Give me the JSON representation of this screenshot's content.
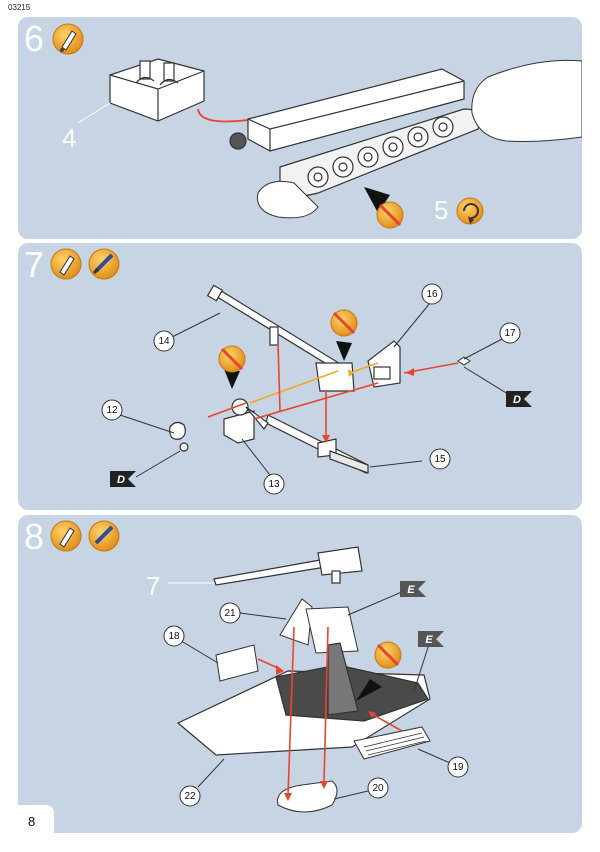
{
  "header": {
    "code": "03215"
  },
  "steps": [
    {
      "number": "6",
      "labels": {
        "part_a": "4",
        "part_b": "5"
      }
    },
    {
      "number": "7",
      "callouts": [
        "14",
        "16",
        "17",
        "12",
        "13",
        "15"
      ],
      "tag": "D"
    },
    {
      "number": "8",
      "callouts": [
        "21",
        "18",
        "22",
        "20",
        "19"
      ],
      "sub_ref": "7",
      "tag": "E"
    }
  ],
  "footer": {
    "page_number": "8"
  },
  "icons": {
    "glue": "glue-bottle-icon",
    "no_glue": "no-glue-icon",
    "paint": "paint-brush-icon",
    "rotate": "rotate-icon"
  },
  "colors": {
    "panel": "#c6d4e3",
    "accent_orange": "#f5a623",
    "arrow_red": "#e9442e",
    "tag_black": "#222222"
  }
}
